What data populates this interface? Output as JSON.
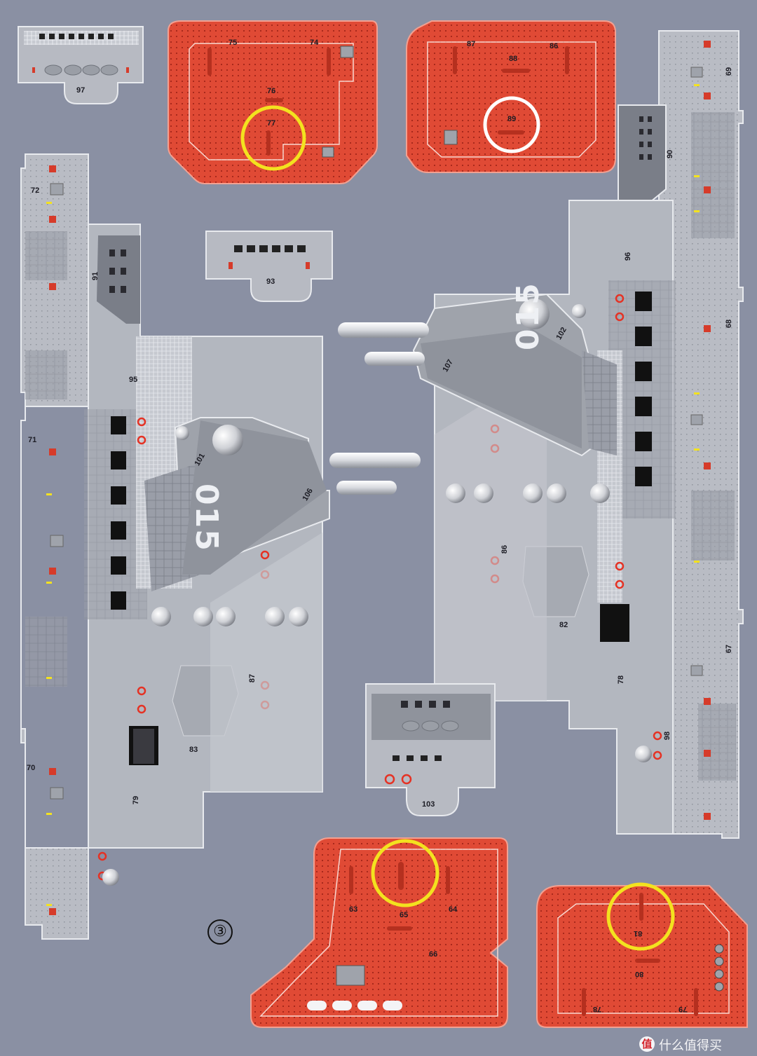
{
  "sheet": {
    "sheet_number": "③",
    "watermark_icon": "值",
    "watermark_text": "什么值得买"
  },
  "parts": {
    "p63": "63",
    "p64": "64",
    "p65": "65",
    "p66": "66",
    "p67": "67",
    "p68": "68",
    "p69": "69",
    "p70": "70",
    "p71": "71",
    "p72": "72",
    "p74": "74",
    "p75": "75",
    "p76": "76",
    "p77": "77",
    "p78": "78",
    "p79": "79",
    "p80": "80",
    "p81": "81",
    "p82": "82",
    "p83": "83",
    "p86": "86",
    "p87": "87",
    "p88": "88",
    "p89": "89",
    "p90": "90",
    "p91": "91",
    "p93": "93",
    "p95": "95",
    "p96": "96",
    "p97": "97",
    "p98": "98",
    "p101": "101",
    "p102": "102",
    "p103": "103",
    "p106": "106",
    "p107": "107",
    "p78b": "78",
    "p79b": "79",
    "p86b": "86",
    "p87b": "87"
  },
  "hull_numbers": {
    "left": "015",
    "right": "015"
  },
  "colors": {
    "sheet_bg": "#8a90a3",
    "deck_red": "#e04a35",
    "steel": "#b7bac2",
    "highlight_yellow": "#f3e21f",
    "highlight_white": "#ffffff"
  }
}
